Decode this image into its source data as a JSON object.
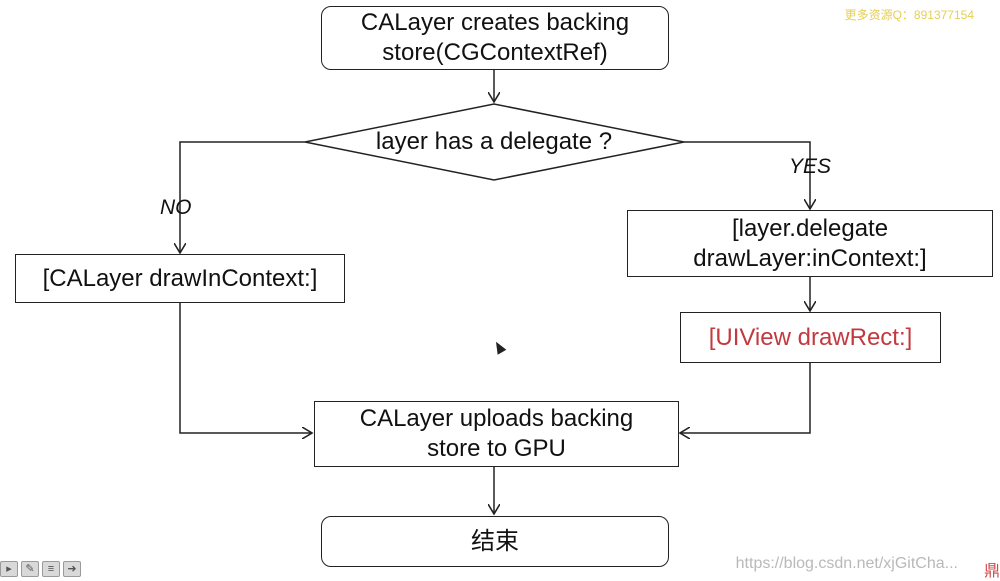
{
  "nodes": {
    "start": {
      "text": "CALayer creates backing store(CGContextRef)"
    },
    "decision": {
      "text": "layer has a delegate ?"
    },
    "draw_in_context": {
      "text": "[CALayer drawInContext:]"
    },
    "delegate_draw": {
      "text": "[layer.delegate drawLayer:inContext:]"
    },
    "uiview_draw": {
      "text": "[UIView drawRect:]",
      "color": "#c23a3f"
    },
    "upload": {
      "text": "CALayer uploads backing store to GPU"
    },
    "end": {
      "text": "结束"
    }
  },
  "edges": {
    "no_label": "NO",
    "yes_label": "YES"
  },
  "watermarks": {
    "top_right": "更多资源Q：891377154",
    "bottom_right": "https://blog.csdn.net/xjGitCha..."
  },
  "toolbar": {
    "icons": [
      "cursor-tool-icon",
      "pen-tool-icon",
      "list-icon",
      "arrow-right-icon"
    ]
  },
  "logo": {
    "text": "鼎"
  }
}
